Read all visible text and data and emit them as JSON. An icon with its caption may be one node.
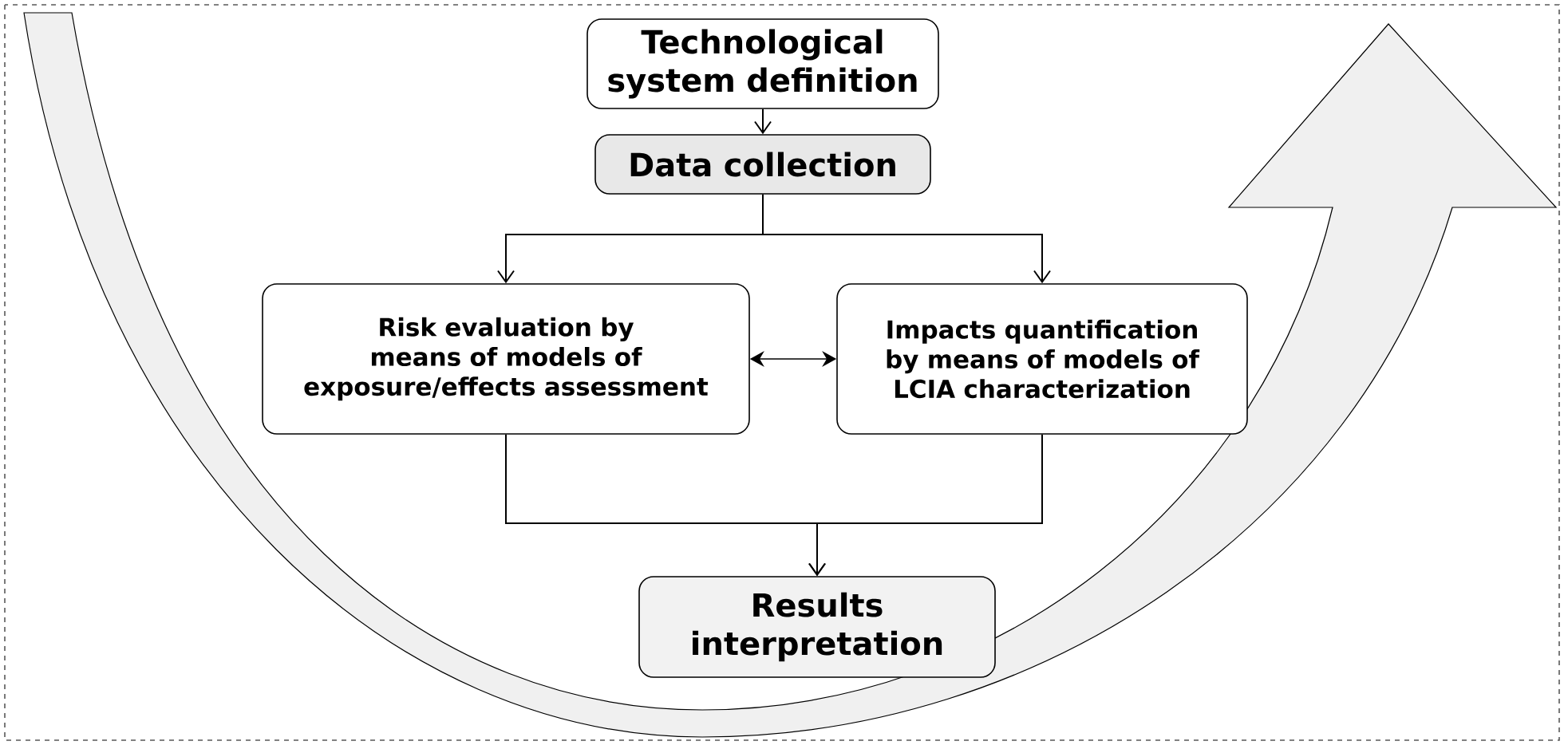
{
  "diagram": {
    "nodes": [
      {
        "text": [
          "Technological system definition"
        ]
      },
      {
        "text": [
          "Data collection"
        ]
      },
      {
        "text": [
          "Risk evaluation by means of models of exposure/effects assessment"
        ]
      },
      {
        "text": [
          "Impacts quantification by means of models of LCIA characterization"
        ]
      },
      {
        "text": [
          "Results interpretation"
        ]
      }
    ],
    "edges": [
      {
        "from": 0,
        "to": 1,
        "arrow": "to"
      },
      {
        "from": 1,
        "to": 2,
        "arrow": "to"
      },
      {
        "from": 1,
        "to": 3,
        "arrow": "to"
      },
      {
        "from": 2,
        "to": 3,
        "arrow": "both"
      },
      {
        "from": 2,
        "to": 4,
        "arrow": "to"
      },
      {
        "from": 3,
        "to": 4,
        "arrow": "to"
      }
    ]
  }
}
